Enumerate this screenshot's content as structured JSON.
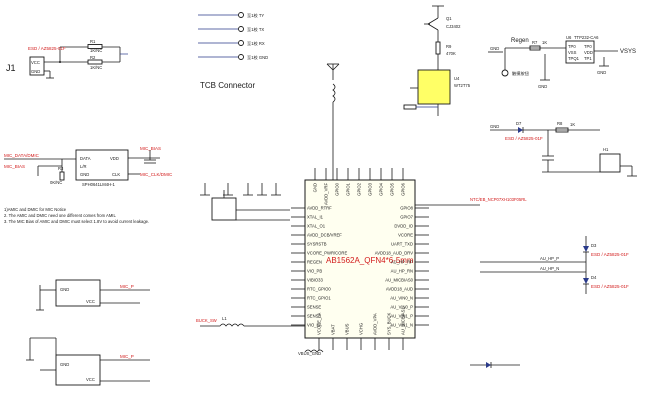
{
  "j1": {
    "ref": "J1",
    "pins": [
      "VCC",
      "GND"
    ],
    "net": "ESD / AZ5825-01F"
  },
  "r_top": [
    {
      "ref": "R1",
      "val": "1K/NC"
    },
    {
      "ref": "R2",
      "val": "1K/NC"
    }
  ],
  "tcb": {
    "title": "TCB Connector",
    "pins": [
      "至1校 TY",
      "至1校 TX",
      "至1校 RX",
      "至1校 GND"
    ]
  },
  "q1": {
    "ref": "Q1",
    "part": "CJ3402"
  },
  "r9": {
    "ref": "R9",
    "val": "470K"
  },
  "u4": {
    "ref": "U4",
    "part": "WT2T75"
  },
  "u6": {
    "ref": "U6",
    "part": "TTP232-CA6",
    "pins_left": [
      "TP0",
      "VSS",
      "TPQ1"
    ],
    "pins_right": [
      "TP0",
      "VDD",
      "TP1"
    ]
  },
  "regen": {
    "label": "Regen",
    "r_ref": "R7",
    "r_val": "1K",
    "note": "触摸按钮"
  },
  "vsys": "VSYS",
  "gnd": "GND",
  "led": {
    "d_ref": "D7",
    "r_ref": "R8",
    "net": "ESD / AZ5825-01F",
    "r_val": "1K"
  },
  "h1": {
    "ref": "H1"
  },
  "mic_section": {
    "label": "MIC_DATA/DMIC",
    "bias": "MIC_BIAS",
    "r_ref": "R3",
    "r_val": "0K/NC",
    "pins": [
      "DATA",
      "L/R",
      "GND"
    ],
    "pins_right": [
      "VDD",
      "CLK"
    ],
    "clk_net": "MIC_CLK/DMIC",
    "part": "SPH0641LM4H-1"
  },
  "notes": [
    "1)AMIC and DMIC for MIC Notice",
    "2. The AMIC and DMIC need one different comes from AMIL",
    "3. The MIC Bias of AMIC and DMIC must select 1.8V to avoid current leakage."
  ],
  "mic_p1": {
    "pins": [
      "GND",
      "VCC"
    ],
    "label": "MIC_P"
  },
  "mic_p2": {
    "pins": [
      "GND",
      "VCC"
    ],
    "label": "MIC_P"
  },
  "main_ic": {
    "part": "AB1562A_QFN4*6-5mm",
    "left_pins": [
      "AVDD_RTRF",
      "XTAL_I1",
      "XTAL_O1",
      "AVDD_DCB/VREF",
      "SYSRSTB",
      "VCORE_PWR/CORE",
      "REGEN",
      "VIO_PB",
      "VIBIO33",
      "RTC_GPIO0",
      "RTC_GPIO1",
      "SENSE",
      "SENSE",
      "VIO_LA"
    ],
    "right_pins": [
      "GPIO8",
      "GPIO7",
      "DVDD_IO",
      "VCORE",
      "UART_TXD",
      "AVDD18_AUD_DRV",
      "AU_HP_RP",
      "AU_HP_RN",
      "AU_MICBIAS0",
      "AVDD18_AUD",
      "AU_VIN0_N",
      "AU_VIN0_P",
      "AU_VIN1_P",
      "AU_VIN1_N"
    ],
    "top_pins": [
      "GND",
      "AVDD_VRF",
      "GPIO0",
      "GPIO1",
      "GPIO2",
      "GPIO3",
      "GPIO4",
      "GPIO5",
      "GPIO6"
    ],
    "bottom_pins": [
      "VCORE_LA",
      "VBAT",
      "VBUS",
      "VCHG",
      "AVDD_VPA",
      "SYS_BUCK",
      "AU_MICBIAS1"
    ]
  },
  "ntc": {
    "net": "NTC/EB_NCP07XH103F05RL"
  },
  "right_esd": [
    "ESD / AZ5825-01F",
    "ESD / AZ5825-01F"
  ],
  "right_labels": [
    "AU_HP_P",
    "AU_HP_N"
  ],
  "d_refs": [
    "D3",
    "D4"
  ],
  "buck": {
    "net": "BUCK_SW",
    "l_ref": "L1"
  },
  "vbus": "VBUS_GND"
}
